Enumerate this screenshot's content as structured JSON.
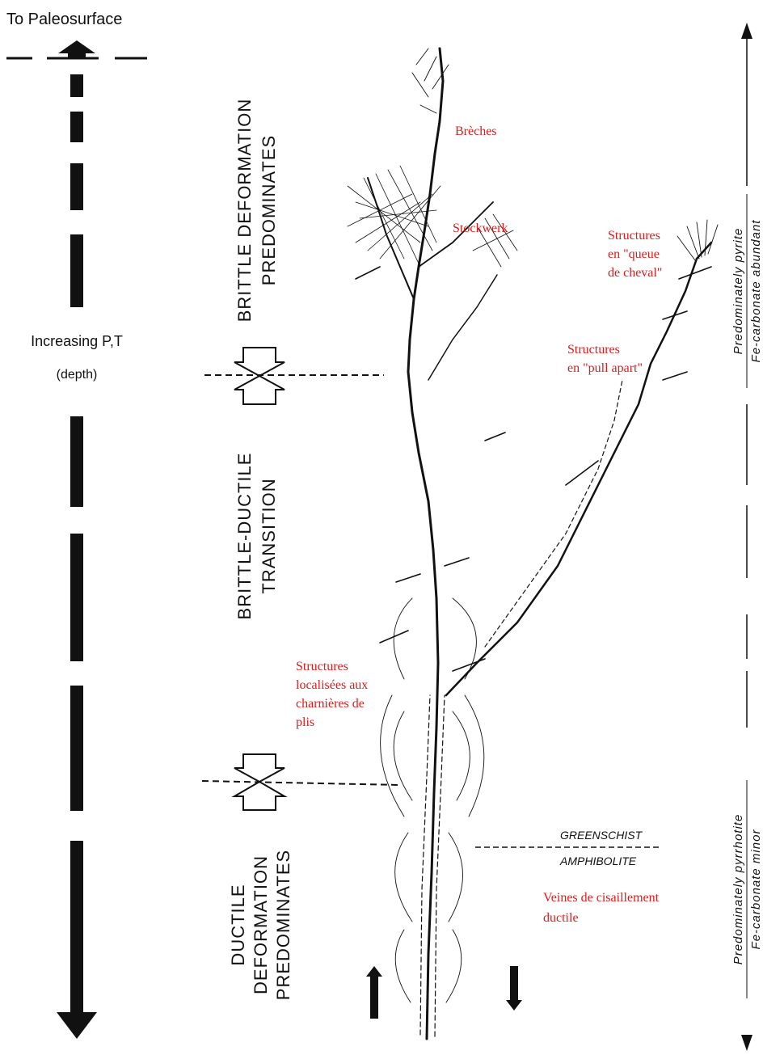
{
  "paleosurface_label": "To Paleosurface",
  "depth_label": {
    "line1": "Increasing P,T",
    "line2": "(depth)"
  },
  "zones": {
    "brittle": {
      "line1": "BRITTLE DEFORMATION",
      "line2": "PREDOMINATES"
    },
    "transition": {
      "line1": "BRITTLE-DUCTILE",
      "line2": "TRANSITION"
    },
    "ductile": {
      "line1": "DUCTILE",
      "line2": "DEFORMATION",
      "line3": "PREDOMINATES"
    }
  },
  "facies": {
    "upper": "GREENSCHIST",
    "lower": "AMPHIBOLITE"
  },
  "mineralogy": {
    "upper": {
      "line1": "Predominately pyrite",
      "line2": "Fe-carbonate abundant"
    },
    "lower": {
      "line1": "Predominately pyrrhotite",
      "line2": "Fe-carbonate minor"
    }
  },
  "annotations": {
    "breches": "Brèches",
    "stockwerk": "Stockwerk",
    "queue": {
      "line1": "Structures",
      "line2": "en \"queue",
      "line3": "de cheval\""
    },
    "pull_apart": {
      "line1": "Structures",
      "line2": "en \"pull apart\""
    },
    "charnieres": {
      "line1": "Structures",
      "line2": "localisées aux",
      "line3": "charnières de",
      "line4": "plis"
    },
    "veines": {
      "line1": "Veines de cisaillement",
      "line2": "ductile"
    }
  },
  "colors": {
    "annotation": "#e01b1b",
    "ink": "#111111"
  }
}
